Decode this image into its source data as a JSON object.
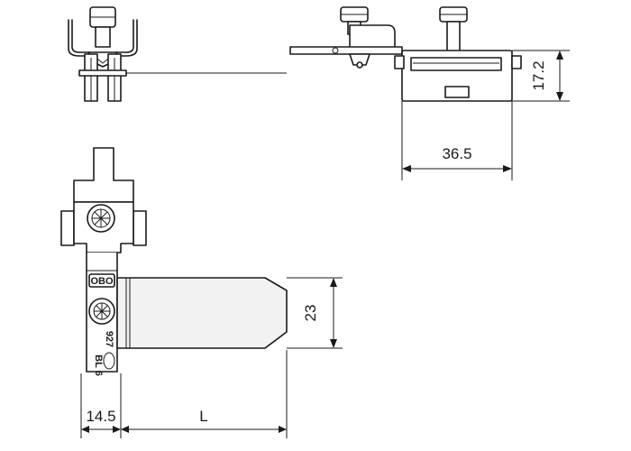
{
  "dimensions": {
    "width": "36.5",
    "height": "17.2",
    "side_height": "23",
    "base_width": "14.5",
    "length": "L"
  },
  "part_marking": {
    "line1": "927",
    "line2": "BL 6",
    "logo": "OBO"
  }
}
